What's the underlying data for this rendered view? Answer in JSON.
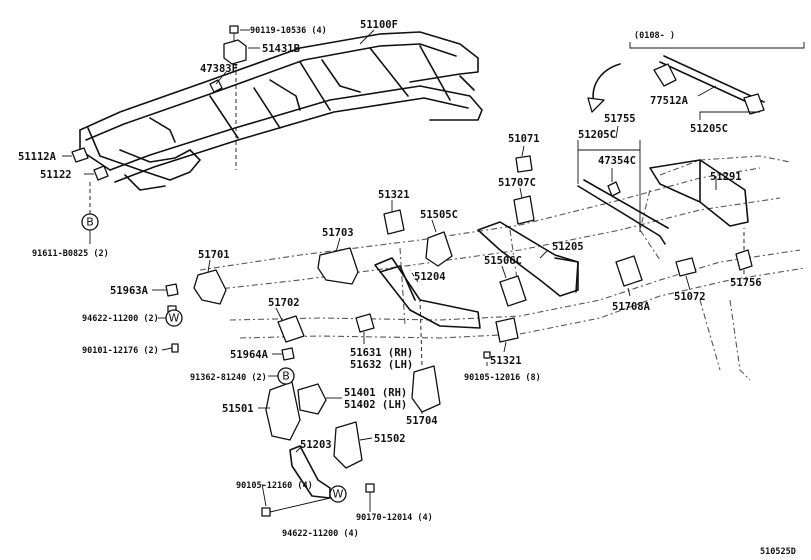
{
  "diagram_id": "510525D",
  "callouts": {
    "c1": "90119-10536 (4)",
    "c2": "51100F",
    "c3": "51431B",
    "c4": "47383F",
    "c5": "51112A",
    "c6": "51122",
    "c7": "91611-B0825 (2)",
    "c8": "51701",
    "c9": "51963A",
    "c10": "94622-11200 (2)",
    "c11": "90101-12176 (2)",
    "c12": "51702",
    "c13": "51964A",
    "c14": "91362-81240 (2)",
    "c15": "51501",
    "c16": "51203",
    "c17": "90105-12160 (4)",
    "c18": "94622-11200 (4)",
    "c19": "90170-12014 (4)",
    "c20": "51502",
    "c21": "51401 (RH)",
    "c22": "51402 (LH)",
    "c23": "51704",
    "c24": "51631 (RH)",
    "c25": "51632 (LH)",
    "c26": "51204",
    "c27": "51703",
    "c28": "51321",
    "c29": "51505C",
    "c30": "51071",
    "c31": "51707C",
    "c32": "51205",
    "c33": "51506C",
    "c34": "51321",
    "c35": "90105-12016 (8)",
    "c36": "51205C",
    "c37": "51755",
    "c38": "47354C",
    "c39": "51291",
    "c40": "51708A",
    "c41": "51072",
    "c42": "51756",
    "c43": "(0108-      )",
    "c44": "77512A",
    "c45": "51205C"
  },
  "symbols": {
    "b_upper": "B",
    "b_lower": "B",
    "w_left": "W",
    "w_bottom": "W"
  }
}
